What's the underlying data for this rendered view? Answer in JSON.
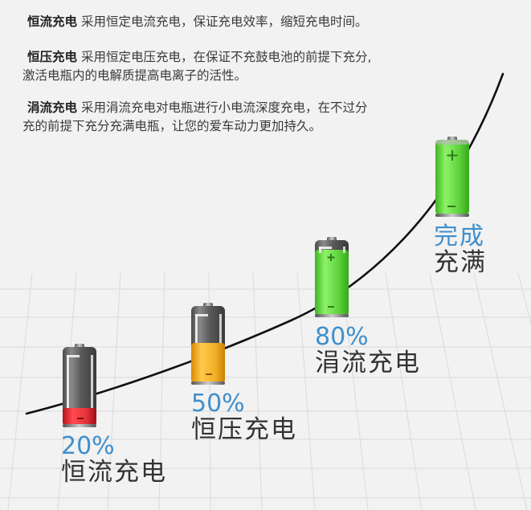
{
  "description": {
    "paragraphs": [
      {
        "title": "恒流充电",
        "text": "采用恒定电流充电，保证充电效率，缩短充电时间。",
        "continuation": ""
      },
      {
        "title": "恒压充电",
        "text": "采用恒定电压充电，在保证不充鼓电池的前提下充分,",
        "continuation": "激活电瓶内的电解质提高电离子的活性。"
      },
      {
        "title": "涓流充电",
        "text": "采用涓流充电对电瓶进行小电流深度充电，在不过分",
        "continuation": "充的前提下充分充满电瓶，让您的爱车动力更加持久。"
      }
    ]
  },
  "stages": [
    {
      "value": "20%",
      "name": "恒流充电",
      "fill_percent": 20,
      "fill_color": "#e5323a",
      "icon": "battery-low-icon"
    },
    {
      "value": "50%",
      "name": "恒压充电",
      "fill_percent": 50,
      "fill_color": "#f3b02a",
      "icon": "battery-half-icon"
    },
    {
      "value": "80%",
      "name": "涓流充电",
      "fill_percent": 90,
      "fill_color": "#5fd33d",
      "icon": "battery-high-icon"
    },
    {
      "value": "完成",
      "name": "充满",
      "fill_percent": 100,
      "fill_color": "#5fd33d",
      "icon": "battery-full-icon"
    }
  ],
  "colors": {
    "background": "#f2f2f2",
    "grid": "#dedede",
    "curve": "#111111",
    "percent_text": "#3f8fcc",
    "label_text": "#333333"
  }
}
